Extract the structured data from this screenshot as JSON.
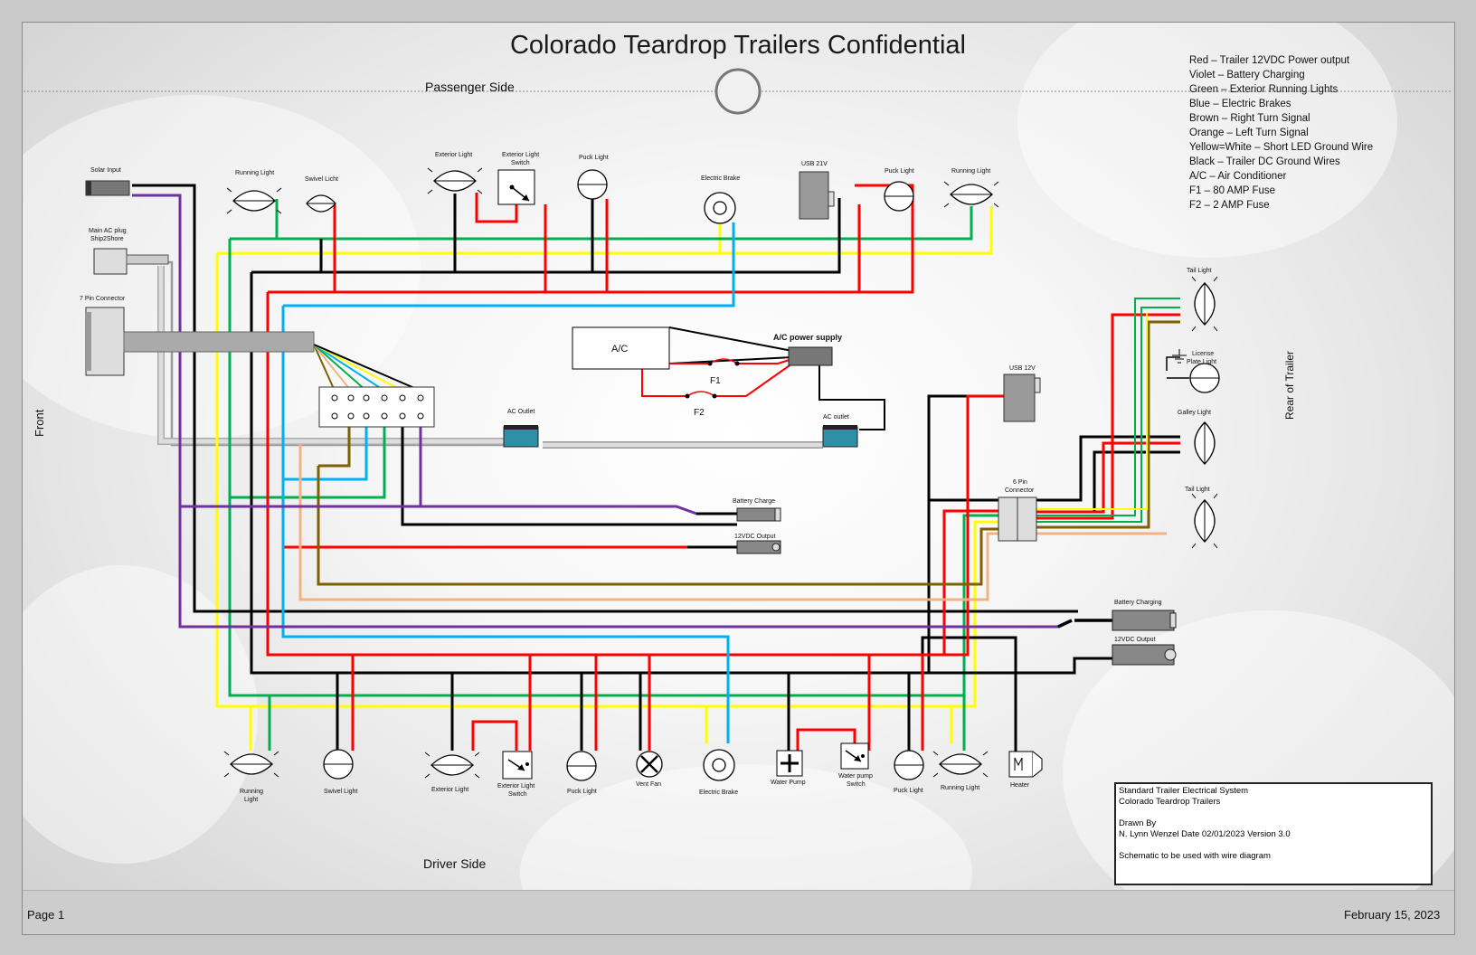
{
  "header": {
    "title": "Colorado Teardrop Trailers Confidential",
    "passenger_side": "Passenger Side",
    "driver_side": "Driver Side",
    "front": "Front",
    "rear": "Rear of Trailer"
  },
  "legend": [
    "Red – Trailer 12VDC Power output",
    "Violet – Battery Charging",
    "Green – Exterior Running Lights",
    "Blue – Electric Brakes",
    "Brown – Right Turn Signal",
    "Orange – Left Turn Signal",
    "Yellow=White – Short LED Ground Wire",
    "Black – Trailer DC Ground Wires",
    "A/C – Air Conditioner",
    "F1 – 80 AMP Fuse",
    "F2 – 2 AMP Fuse"
  ],
  "components": {
    "solar_input": "Solar Input",
    "main_ac_plug_1": "Main AC plug",
    "main_ac_plug_2": "Ship2Shore",
    "seven_pin": "7 Pin Connector",
    "running_light": "Running Light",
    "swivel_licht": "Swivel Licht",
    "exterior_light": "Exterior Light",
    "exterior_light_switch_1": "Exterior Light",
    "exterior_light_switch_2": "Switch",
    "puck_light": "Puck Light",
    "electric_brake": "Electric Brake",
    "usb_21v": "USB 21V",
    "usb_12v": "USB 12V",
    "ac": "A/C",
    "ac_power_supply": "A/C power supply",
    "f1": "F1",
    "f2": "F2",
    "ac_outlet": "AC Outlet",
    "ac_outlet_lc": "AC outlet",
    "battery_charge": "Battery Charge",
    "battery_charging": "Battery Charging",
    "output_12vdc": "12VDC Output",
    "six_pin_1": "6 Pin",
    "six_pin_2": "Connector",
    "tail_light": "Tail Light",
    "license_1": "License",
    "license_2": "Plate Light",
    "galley_light": "Galley Light",
    "running_1": "Running",
    "running_2": "Light",
    "swivel_light": "Swivel Light",
    "vent_fan": "Vent Fan",
    "water_pump": "Water Pump",
    "water_pump_switch_1": "Water pump",
    "water_pump_switch_2": "Switch",
    "heater": "Heater"
  },
  "title_block": {
    "line1": "Standard Trailer Electrical System",
    "line2": "Colorado Teardrop Trailers",
    "line3": "",
    "line4": "Drawn By",
    "line5": "N. Lynn Wenzel  Date 02/01/2023 Version 3.0",
    "line6": "",
    "line7": "Schematic to be used with wire diagram"
  },
  "footer": {
    "page": "Page 1",
    "date": "February 15, 2023"
  },
  "colors": {
    "red": "#ff0000",
    "violet": "#7030a0",
    "green": "#00b050",
    "blue": "#00b0f0",
    "brown": "#7f6000",
    "orange": "#f4b183",
    "yellow": "#ffff00",
    "black": "#000000"
  }
}
